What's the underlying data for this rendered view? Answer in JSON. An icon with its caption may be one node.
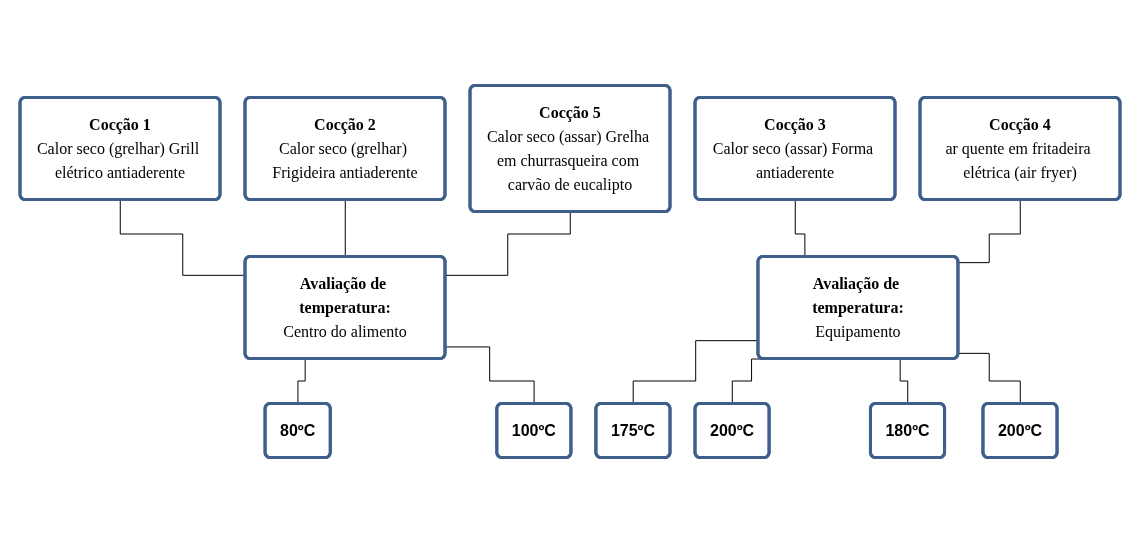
{
  "diagram": {
    "nodes": [
      {
        "text": [
          "Cocção 1",
          "Calor seco (grelhar) Grill elétrico antiaderente"
        ]
      },
      {
        "text": [
          "Cocção 2",
          "Calor seco (grelhar) Frigideira antiaderente"
        ]
      },
      {
        "text": [
          "Cocção 5",
          "Calor seco (assar) Grelha em churrasqueira com carvão de eucalipto"
        ]
      },
      {
        "text": [
          "Cocção 3",
          "Calor seco (assar) Forma antiaderente"
        ]
      },
      {
        "text": [
          "Cocção 4",
          "ar quente em fritadeira elétrica (air fryer)"
        ]
      },
      {
        "text": [
          "Avaliação de temperatura:",
          "Centro do alimento"
        ]
      },
      {
        "text": [
          "Avaliação de temperatura:",
          "Equipamento"
        ]
      },
      {
        "text": [
          "80ºC"
        ]
      },
      {
        "text": [
          "100ºC"
        ]
      },
      {
        "text": [
          "175ºC"
        ]
      },
      {
        "text": [
          "200ºC"
        ]
      },
      {
        "text": [
          "180ºC"
        ]
      },
      {
        "text": [
          "200ºC"
        ]
      }
    ],
    "edges": [
      {
        "from": 0,
        "to": 5,
        "arrow": "none"
      },
      {
        "from": 1,
        "to": 5,
        "arrow": "none"
      },
      {
        "from": 2,
        "to": 5,
        "arrow": "none"
      },
      {
        "from": 3,
        "to": 6,
        "arrow": "none"
      },
      {
        "from": 4,
        "to": 6,
        "arrow": "none"
      },
      {
        "from": 5,
        "to": 7,
        "arrow": "none"
      },
      {
        "from": 5,
        "to": 8,
        "arrow": "none"
      },
      {
        "from": 6,
        "to": 9,
        "arrow": "none"
      },
      {
        "from": 6,
        "to": 10,
        "arrow": "none"
      },
      {
        "from": 6,
        "to": 11,
        "arrow": "none"
      },
      {
        "from": 6,
        "to": 12,
        "arrow": "none"
      }
    ]
  }
}
